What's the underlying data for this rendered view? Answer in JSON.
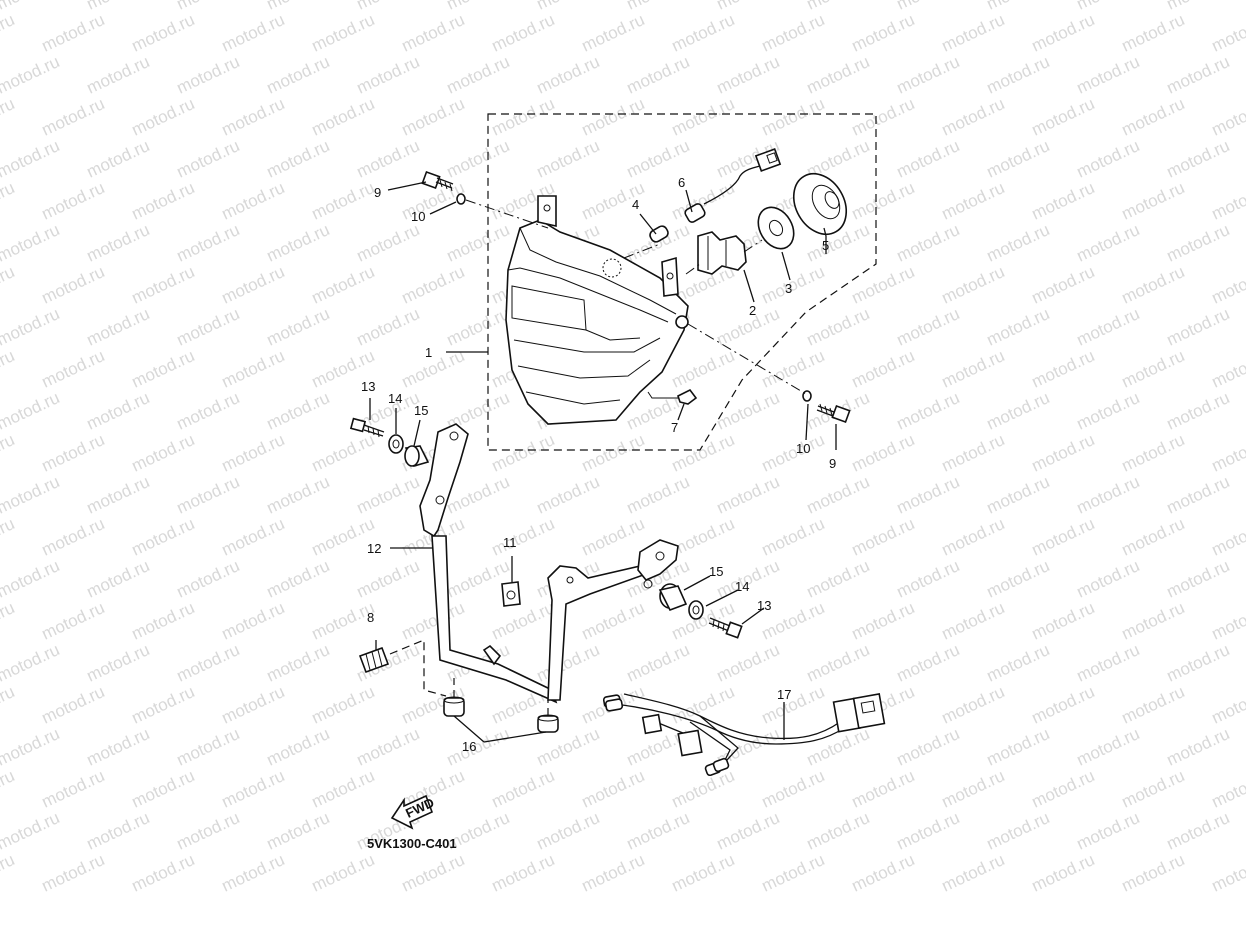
{
  "watermark": {
    "text": "motod.ru",
    "color": "#d8d8d8"
  },
  "diagram_code": "5VK1300-C401",
  "fwd_label": "FWD",
  "callouts": [
    {
      "id": "c1",
      "label": "1"
    },
    {
      "id": "c2",
      "label": "2"
    },
    {
      "id": "c3",
      "label": "3"
    },
    {
      "id": "c4",
      "label": "4"
    },
    {
      "id": "c5",
      "label": "5"
    },
    {
      "id": "c6",
      "label": "6"
    },
    {
      "id": "c7",
      "label": "7"
    },
    {
      "id": "c8",
      "label": "8"
    },
    {
      "id": "c9a",
      "label": "9"
    },
    {
      "id": "c9b",
      "label": "9"
    },
    {
      "id": "c10a",
      "label": "10"
    },
    {
      "id": "c10b",
      "label": "10"
    },
    {
      "id": "c11",
      "label": "11"
    },
    {
      "id": "c12",
      "label": "12"
    },
    {
      "id": "c13a",
      "label": "13"
    },
    {
      "id": "c13b",
      "label": "13"
    },
    {
      "id": "c14a",
      "label": "14"
    },
    {
      "id": "c14b",
      "label": "14"
    },
    {
      "id": "c15a",
      "label": "15"
    },
    {
      "id": "c15b",
      "label": "15"
    },
    {
      "id": "c16",
      "label": "16"
    },
    {
      "id": "c17",
      "label": "17"
    }
  ]
}
